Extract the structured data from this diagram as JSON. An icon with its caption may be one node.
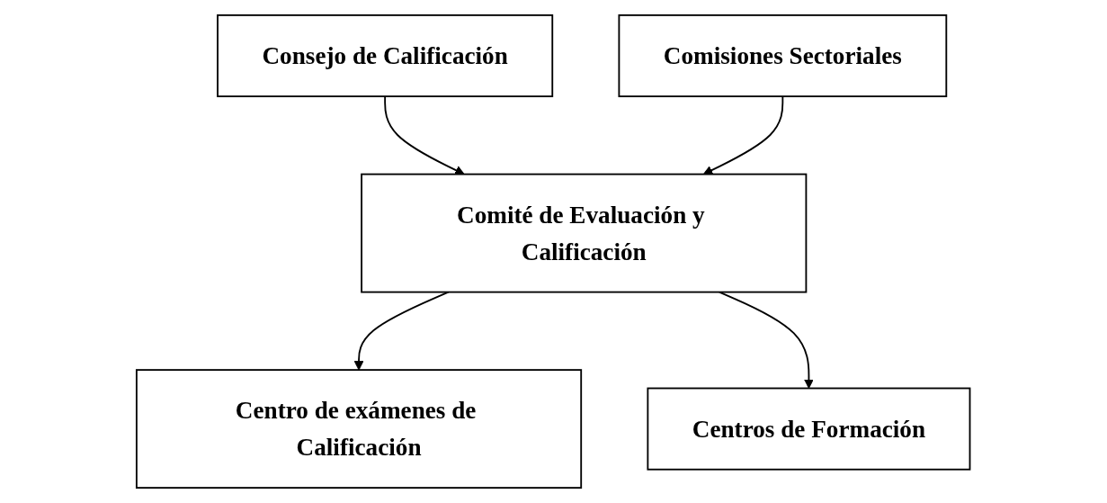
{
  "diagram": {
    "nodes": [
      {
        "text": [
          "Consejo de Calificación"
        ]
      },
      {
        "text": [
          "Comité de Evaluación y Calificación"
        ]
      },
      {
        "text": [
          "Comisiones Sectoriales"
        ]
      },
      {
        "text": [
          "Centro de exámenes de Calificación"
        ]
      },
      {
        "text": [
          "Centros de Formación"
        ]
      }
    ],
    "edges": [
      {
        "from": 0,
        "to": 1,
        "arrow": "to"
      },
      {
        "from": 2,
        "to": 1,
        "arrow": "to"
      },
      {
        "from": 1,
        "to": 3,
        "arrow": "to"
      },
      {
        "from": 1,
        "to": 4,
        "arrow": "to"
      }
    ]
  }
}
